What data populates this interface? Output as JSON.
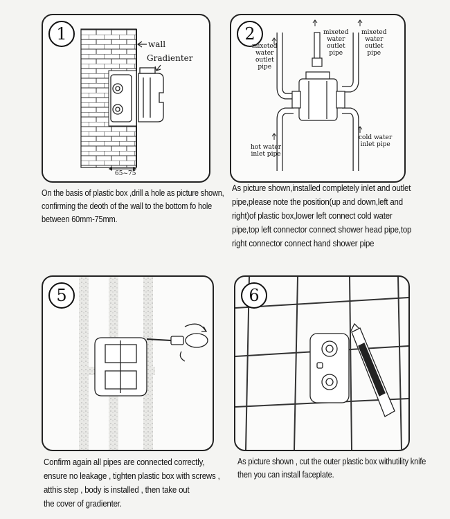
{
  "steps": [
    {
      "number": "1",
      "labels": {
        "wall": "wall",
        "gradienter": "Gradienter",
        "depth": "65~75"
      },
      "caption": [
        "On the basis of plastic box ,drill a hole as picture shown,",
        "confirming the deoth of the wall to the bottom fo hole",
        "between 60mm-75mm."
      ]
    },
    {
      "number": "2",
      "labels": {
        "mixed_left": "mixeted\nwater\noutlet\npipe",
        "mixed_center": "mixeted\nwater\noutlet\npipe",
        "mixed_right": "mixeted\nwater\noutlet\npipe",
        "cold": "cold water\ninlet pipe",
        "hot": "hot water\ninlet pipe"
      },
      "caption": [
        "As picture shown,installed completely inlet and outlet",
        "pipe,please note the position(up and down,left and",
        "right)of plastic box,lower left connect cold water",
        "pipe,top left connector connect shower head pipe,top",
        "right connector connect hand shower pipe"
      ]
    },
    {
      "number": "5",
      "caption": [
        "Confirm again all pipes are connected correctly,",
        "ensure no leakage , tighten plastic box with screws ,",
        "atthis step , body is installed , then take out",
        "the cover of gradienter."
      ]
    },
    {
      "number": "6",
      "caption": [
        "As picture shown , cut the outer plastic box withutility knife",
        "then you can install faceplate."
      ]
    }
  ]
}
